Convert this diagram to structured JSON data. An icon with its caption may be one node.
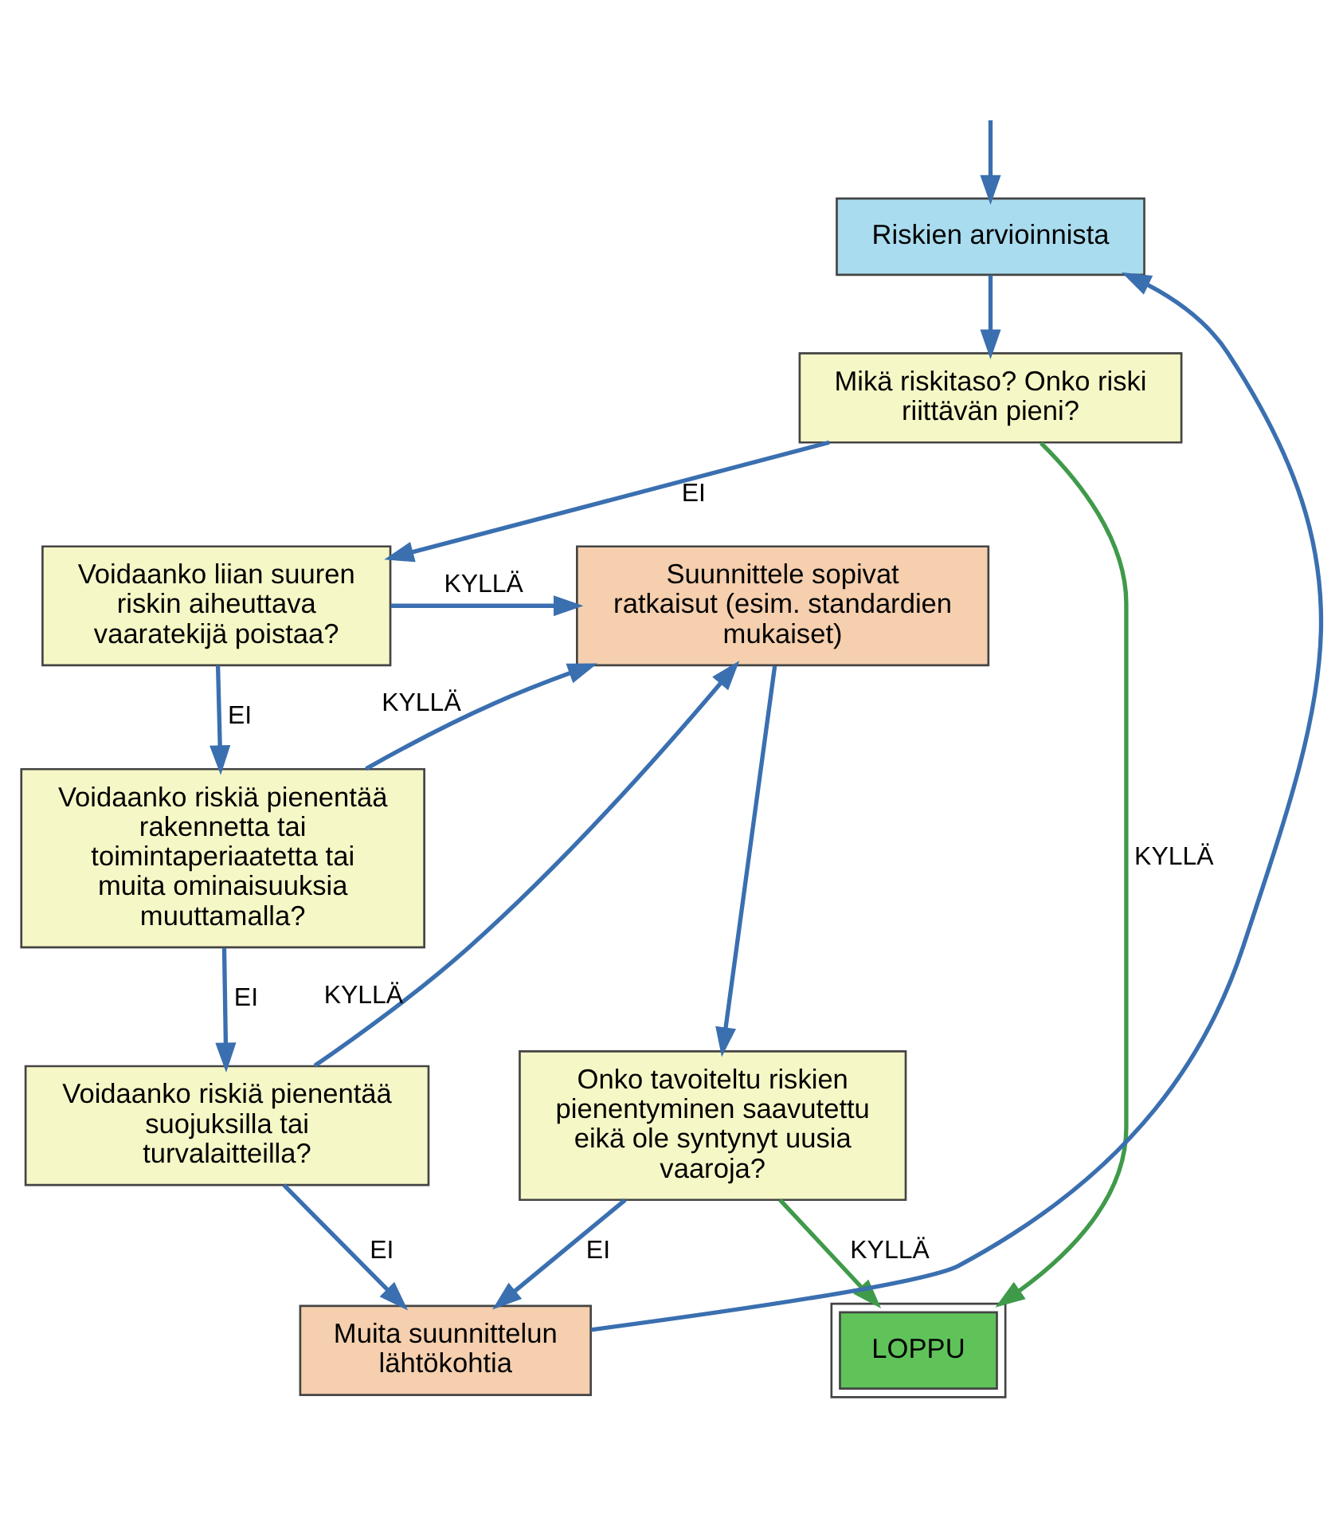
{
  "diagram": {
    "nodes": [
      {
        "text": [
          "Riskien arvioinnista"
        ]
      },
      {
        "text": [
          "Mikä riskitaso? Onko riski riittävän pieni?"
        ]
      },
      {
        "text": [
          "Voidaanko liian suuren riskin aiheuttava vaaratekijä poistaa?"
        ]
      },
      {
        "text": [
          "Suunnittele sopivat ratkaisut (esim. standardien mukaiset)"
        ]
      },
      {
        "text": [
          "Voidaanko riskiä pienentää rakennetta tai toimintaperiaatetta tai muita ominaisuuksia muuttamalla?"
        ]
      },
      {
        "text": [
          "Onko tavoiteltu riskien pienentyminen saavutettu eikä ole syntynyt uusia vaaroja?"
        ]
      },
      {
        "text": [
          "Voidaanko riskiä pienentää suojuksilla tai turvalaitteilla?"
        ]
      },
      {
        "text": [
          "LOPPU"
        ]
      },
      {
        "text": [
          "Muita suunnittelun lähtökohtia"
        ]
      }
    ],
    "edges": [
      {
        "from": null,
        "to": 0,
        "arrow": "to"
      },
      {
        "from": 8,
        "to": 0,
        "arrow": "to"
      },
      {
        "from": 0,
        "to": 1,
        "arrow": "to"
      },
      {
        "from": 1,
        "to": 7,
        "arrow": "to",
        "label": "KYLLÄ",
        "color": "#3f9a4a"
      },
      {
        "from": 1,
        "to": 2,
        "arrow": "to",
        "label": "EI"
      },
      {
        "from": 2,
        "to": 3,
        "arrow": "to",
        "label": "KYLLÄ"
      },
      {
        "from": 2,
        "to": 4,
        "arrow": "to",
        "label": "EI"
      },
      {
        "from": 4,
        "to": 3,
        "arrow": "to",
        "label": "KYLLÄ"
      },
      {
        "from": 4,
        "to": 6,
        "arrow": "to",
        "label": "EI"
      },
      {
        "from": 6,
        "to": 3,
        "arrow": "to",
        "label": "KYLLÄ"
      },
      {
        "from": 6,
        "to": 8,
        "arrow": "to",
        "label": "EI"
      },
      {
        "from": 3,
        "to": 5,
        "arrow": "to"
      },
      {
        "from": 5,
        "to": 7,
        "arrow": "to",
        "label": "KYLLÄ",
        "color": "#3f9a4a"
      },
      {
        "from": 5,
        "to": 8,
        "arrow": "to",
        "label": "EI"
      }
    ]
  }
}
